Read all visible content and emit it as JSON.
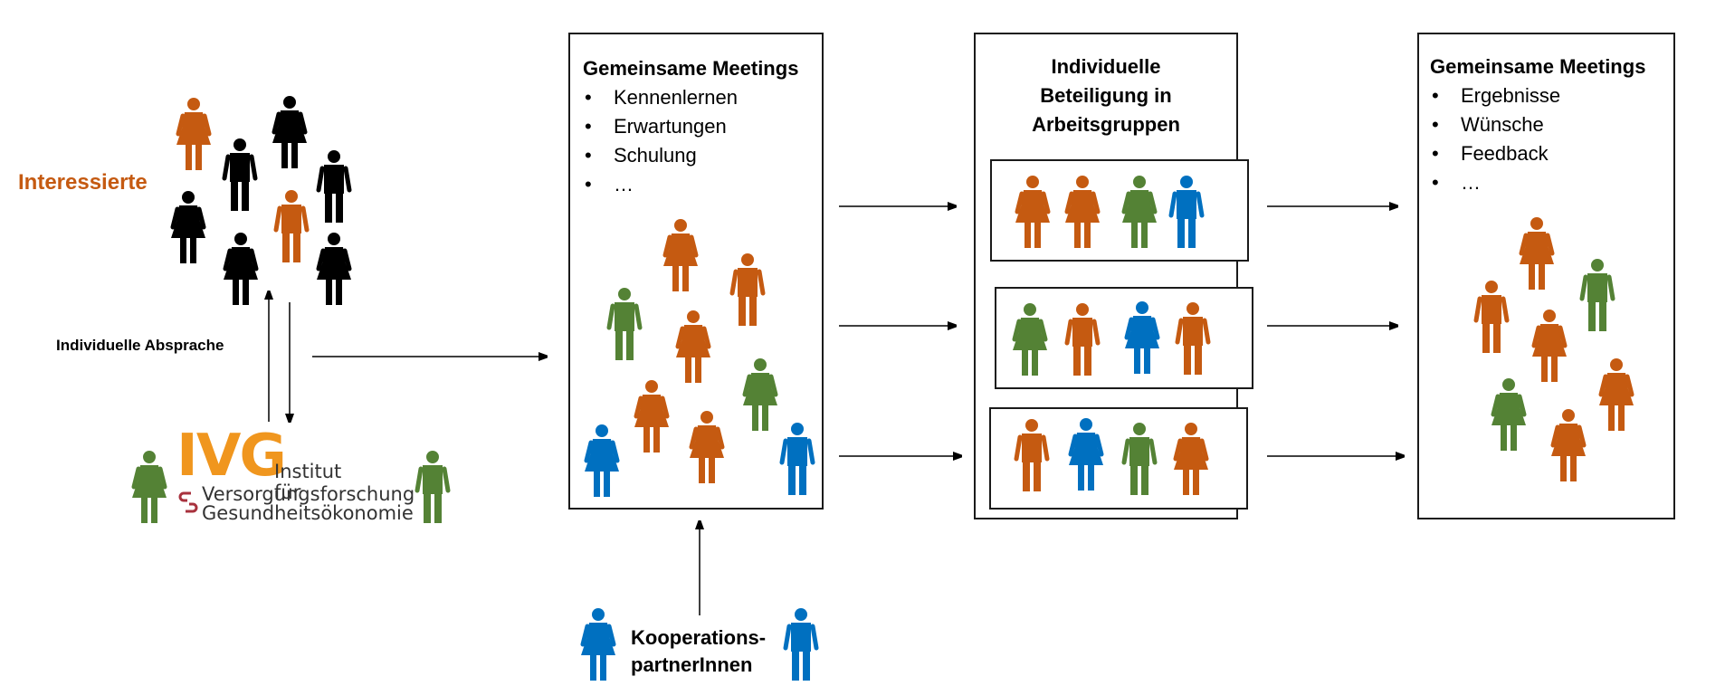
{
  "colors": {
    "orange": "#c55a11",
    "green": "#548235",
    "blue": "#0070c0",
    "black": "#000000",
    "logo_orange": "#f0961e",
    "logo_red": "#a8323e"
  },
  "left": {
    "interested_label": "Interessierte",
    "agreement_label": "Individuelle Absprache",
    "interested_people": [
      {
        "color": "orange",
        "type": "female"
      },
      {
        "color": "black",
        "type": "male"
      },
      {
        "color": "black",
        "type": "female"
      },
      {
        "color": "black",
        "type": "male"
      },
      {
        "color": "black",
        "type": "female"
      },
      {
        "color": "orange",
        "type": "male"
      },
      {
        "color": "black",
        "type": "female"
      },
      {
        "color": "black",
        "type": "female"
      }
    ],
    "logo": {
      "acronym": "IVG",
      "line1": "Institut für",
      "line2": "Versorgungsforschung",
      "line3": "Gesundheitsökonomie",
      "icon": "chain-link-icon"
    },
    "logo_people": [
      {
        "color": "green",
        "type": "female"
      },
      {
        "color": "green",
        "type": "male"
      }
    ]
  },
  "stage1": {
    "title": "Gemeinsame Meetings",
    "bullets": [
      "Kennenlernen",
      "Erwartungen",
      "Schulung",
      "…"
    ],
    "people": [
      {
        "color": "orange",
        "type": "female"
      },
      {
        "color": "orange",
        "type": "male"
      },
      {
        "color": "green",
        "type": "male"
      },
      {
        "color": "orange",
        "type": "female"
      },
      {
        "color": "green",
        "type": "female"
      },
      {
        "color": "orange",
        "type": "female"
      },
      {
        "color": "orange",
        "type": "female"
      },
      {
        "color": "blue",
        "type": "female"
      },
      {
        "color": "blue",
        "type": "male"
      }
    ]
  },
  "partners": {
    "label_line1": "Kooperations-",
    "label_line2": "partnerInnen",
    "people": [
      {
        "color": "blue",
        "type": "female"
      },
      {
        "color": "blue",
        "type": "male"
      }
    ]
  },
  "stage2": {
    "title_line1": "Individuelle",
    "title_line2": "Beteiligung in",
    "title_line3": "Arbeitsgruppen",
    "groups": [
      {
        "members": [
          {
            "color": "orange",
            "type": "female"
          },
          {
            "color": "orange",
            "type": "female"
          },
          {
            "color": "green",
            "type": "female"
          },
          {
            "color": "blue",
            "type": "male"
          }
        ]
      },
      {
        "members": [
          {
            "color": "green",
            "type": "female"
          },
          {
            "color": "orange",
            "type": "male"
          },
          {
            "color": "blue",
            "type": "female"
          },
          {
            "color": "orange",
            "type": "male"
          }
        ]
      },
      {
        "members": [
          {
            "color": "orange",
            "type": "male"
          },
          {
            "color": "blue",
            "type": "female"
          },
          {
            "color": "green",
            "type": "male"
          },
          {
            "color": "orange",
            "type": "female"
          }
        ]
      }
    ]
  },
  "stage3": {
    "title": "Gemeinsame Meetings",
    "bullets": [
      "Ergebnisse",
      "Wünsche",
      "Feedback",
      "…"
    ],
    "people": [
      {
        "color": "orange",
        "type": "female"
      },
      {
        "color": "green",
        "type": "male"
      },
      {
        "color": "orange",
        "type": "male"
      },
      {
        "color": "orange",
        "type": "female"
      },
      {
        "color": "orange",
        "type": "female"
      },
      {
        "color": "green",
        "type": "female"
      },
      {
        "color": "orange",
        "type": "female"
      }
    ]
  }
}
